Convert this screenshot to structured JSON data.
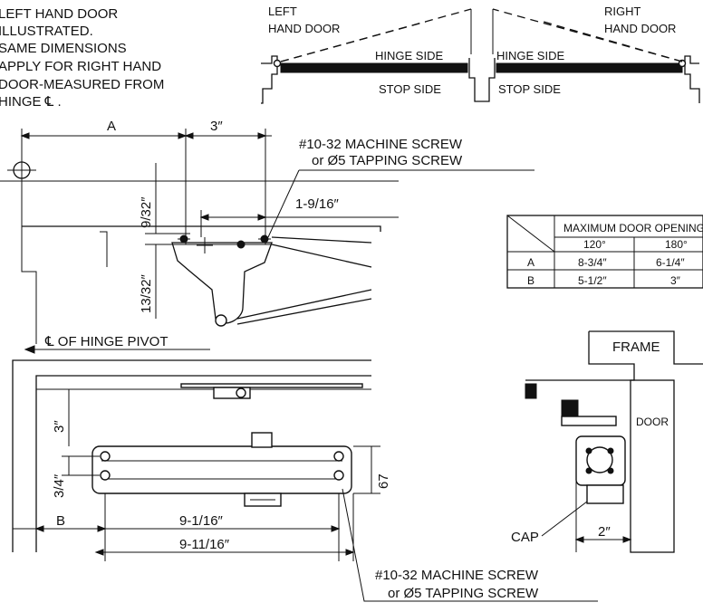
{
  "note": [
    "LEFT HAND DOOR",
    "ILLUSTRATED.",
    "SAME DIMENSIONS",
    "APPLY FOR RIGHT HAND",
    "DOOR-MEASURED FROM",
    "HINGE ℄ ."
  ],
  "top_view": {
    "left_label": [
      "LEFT",
      "HAND DOOR"
    ],
    "right_label": [
      "RIGHT",
      "HAND DOOR"
    ],
    "hinge_side": "HINGE SIDE",
    "stop_side": "STOP SIDE"
  },
  "dims": {
    "a": "A",
    "b": "B",
    "three_in": "3″",
    "nine_32": "9/32″",
    "thirteen_32": "13/32″",
    "one_9_16": "1-9/16″",
    "three_in_v": "3″",
    "three_4": "3/4″",
    "sixty_seven": "67",
    "nine_1_16": "9-1/16″",
    "nine_11_16": "9-11/16″",
    "two_in": "2″"
  },
  "screw_note": {
    "line1": "#10-32  MACHINE SCREW",
    "line2": "or Ø5  TAPPING  SCREW"
  },
  "pivot_label": "℄  OF  HINGE  PIVOT",
  "table": {
    "header": "MAXIMUM DOOR OPENING",
    "columns": [
      "120°",
      "180°"
    ],
    "rows": [
      {
        "label": "A",
        "values": [
          "8-3/4″",
          "6-1/4″"
        ]
      },
      {
        "label": "B",
        "values": [
          "5-1/2″",
          "3″"
        ]
      }
    ]
  },
  "side_view": {
    "frame": "FRAME",
    "door": "DOOR",
    "cap": "CAP"
  }
}
